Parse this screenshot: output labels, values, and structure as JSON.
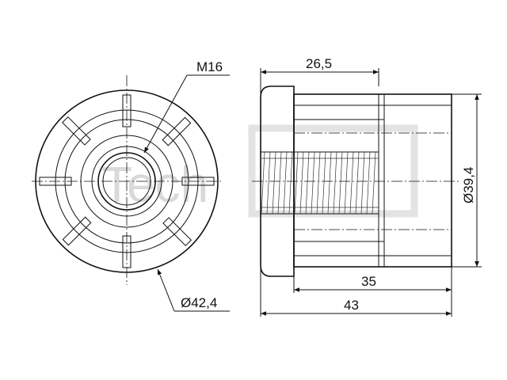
{
  "watermark": {
    "text": "Tech",
    "color": "#d9d9d9"
  },
  "dimensions": {
    "thread": "M16",
    "front_diameter": "Ø42,4",
    "head_length": "26,5",
    "body_length": "35",
    "total_length": "43",
    "body_diameter": "Ø39,4"
  },
  "colors": {
    "line": "#111111",
    "background": "#ffffff",
    "watermark": "#d9d9d9"
  }
}
